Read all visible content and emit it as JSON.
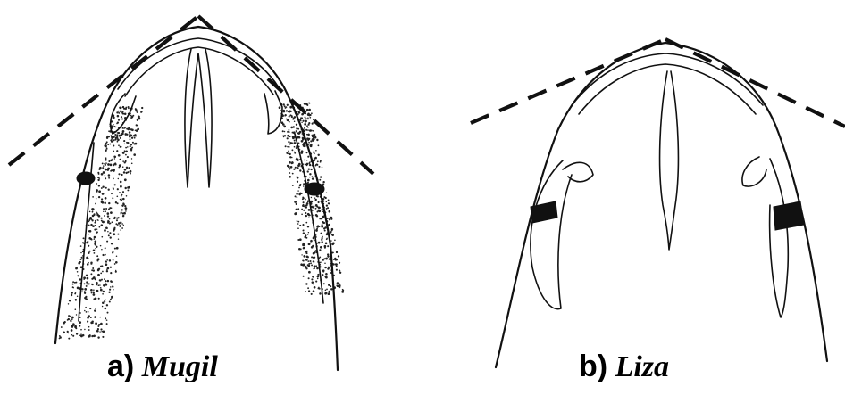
{
  "captions": {
    "a": {
      "letter": "a)",
      "genus": "Mugil"
    },
    "b": {
      "letter": "b)",
      "genus": "Liza"
    }
  },
  "colors": {
    "ink": "#111111",
    "background": "#ffffff"
  }
}
